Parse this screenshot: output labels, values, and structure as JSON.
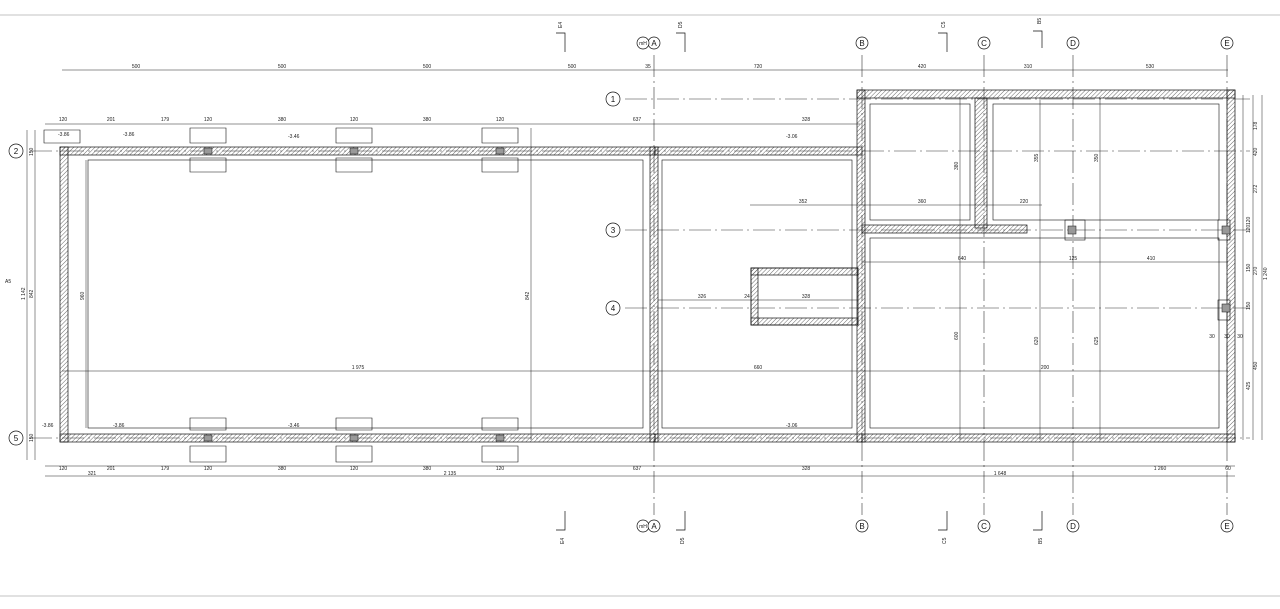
{
  "grid_axes": {
    "top_letters": [
      "A",
      "B",
      "C",
      "D",
      "E"
    ],
    "top_prefix": "mH",
    "row_numbers": [
      "1",
      "2",
      "3",
      "4",
      "5"
    ],
    "section_marks": [
      "E4",
      "D5",
      "C5",
      "B5"
    ],
    "left_side_label": "A5"
  },
  "top_dimensions": [
    "500",
    "500",
    "500",
    "500",
    "35",
    "720",
    "420",
    "310",
    "530"
  ],
  "wall_dimensions_top": [
    "120",
    "201",
    "179",
    "120",
    "380",
    "120",
    "380",
    "120",
    "637",
    "328"
  ],
  "wall_dimensions_bottom": [
    "120",
    "201",
    "179",
    "120",
    "380",
    "120",
    "380",
    "120",
    "637",
    "328",
    "60"
  ],
  "overall_dimensions_bottom": [
    "321",
    "2 135",
    "1 648",
    "1 260"
  ],
  "interior_dimensions": [
    "1 975",
    "660",
    "200",
    "352",
    "360",
    "220",
    "640",
    "125",
    "410",
    "326",
    "24",
    "328",
    "960",
    "842",
    "600",
    "620",
    "625",
    "380",
    "355",
    "350",
    "30",
    "30",
    "30"
  ],
  "right_dimensions": [
    "178",
    "420",
    "272",
    "120",
    "150",
    "270",
    "150",
    "120",
    "1 240",
    "450",
    "425"
  ],
  "left_dimensions": [
    "150",
    "1 142",
    "842",
    "150"
  ],
  "levels": [
    "-3.86",
    "-3.86",
    "-3.46",
    "-3.06",
    "-3.86",
    "-3.86",
    "-3.46",
    "-3.06"
  ],
  "colors": {
    "line": "#111111",
    "hatch": "#555555",
    "bg": "#ffffff"
  }
}
